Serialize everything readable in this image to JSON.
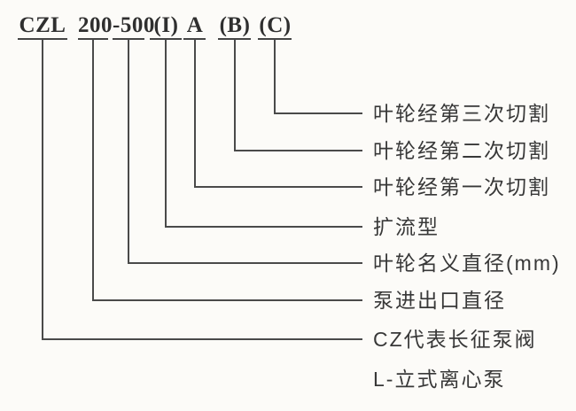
{
  "code": {
    "full": "CZL 200-500 (I) A (B) (C)",
    "parts": [
      {
        "text": "CZL"
      },
      {
        "text": "200-500"
      },
      {
        "text": "(I)"
      },
      {
        "text": "A"
      },
      {
        "text": "(B)"
      },
      {
        "text": "(C)"
      }
    ]
  },
  "annotations": [
    {
      "code_ref": "(C)",
      "text": "叶轮经第三次切割"
    },
    {
      "code_ref": "(B)",
      "text": "叶轮经第二次切割"
    },
    {
      "code_ref": "A",
      "text": "叶轮经第一次切割"
    },
    {
      "code_ref": "(I)",
      "text": "扩流型"
    },
    {
      "code_ref": "500",
      "text": "叶轮名义直径(mm)"
    },
    {
      "code_ref": "200",
      "text": "泵进出口直径"
    },
    {
      "code_ref": "CZ",
      "text": "CZ代表长征泵阀"
    },
    {
      "code_ref": "L",
      "text": "L-立式离心泵"
    }
  ],
  "colors": {
    "background": "#fcfbf8",
    "text": "#383838",
    "line": "#4a4a4a"
  }
}
